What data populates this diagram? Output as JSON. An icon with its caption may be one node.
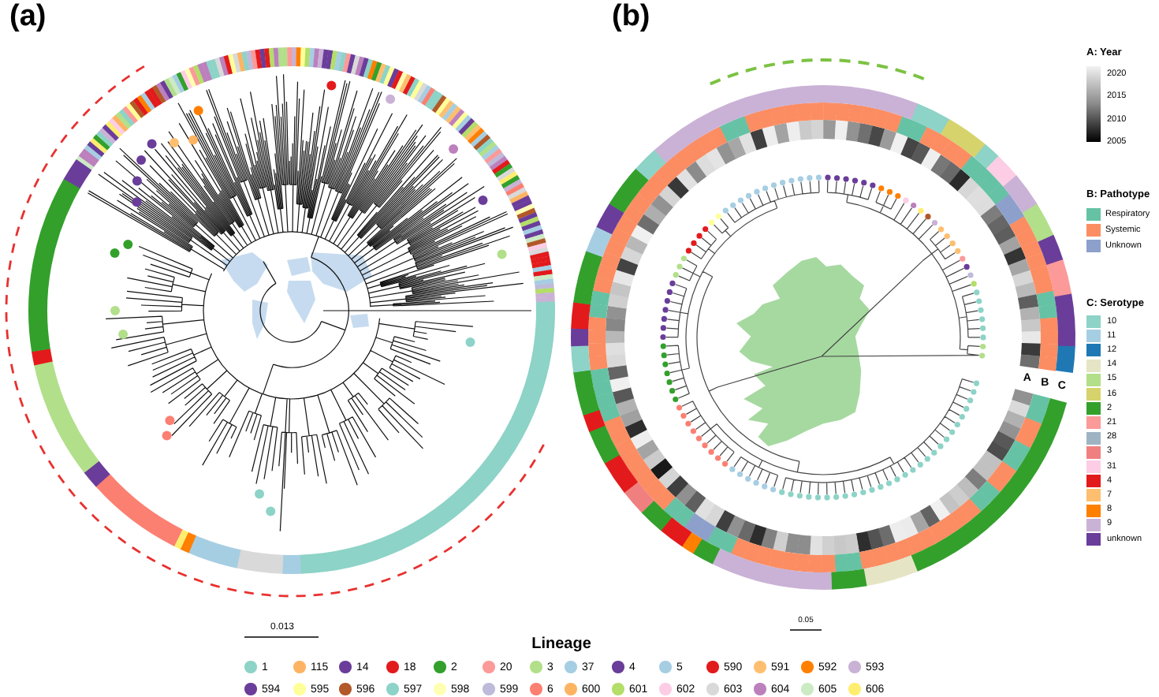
{
  "diagram": {
    "labels": [
      "(a)",
      "(b)",
      "A: Year",
      "2020",
      "2015",
      "2010",
      "2005",
      "B: Pathotype",
      "A",
      "B",
      "C",
      "C: Serotype",
      "0.013",
      "0.05",
      "Lineage"
    ],
    "legend": [
      {
        "text": "1",
        "color": "#8dd3c7"
      },
      {
        "text": "115",
        "color": "#fdb462"
      },
      {
        "text": "14",
        "color": "#6a3d9a"
      },
      {
        "text": "18",
        "color": "#e31a1c"
      },
      {
        "text": "2",
        "color": "#33a02c"
      },
      {
        "text": "20",
        "color": "#fb9a99"
      },
      {
        "text": "3",
        "color": "#b2df8a"
      },
      {
        "text": "37",
        "color": "#a6cee3"
      },
      {
        "text": "4",
        "color": "#6a3d9a"
      },
      {
        "text": "5",
        "color": "#a6cee3"
      },
      {
        "text": "590",
        "color": "#e31a1c"
      },
      {
        "text": "591",
        "color": "#fdbf6f"
      },
      {
        "text": "592",
        "color": "#ff7f00"
      },
      {
        "text": "593",
        "color": "#cab2d6"
      },
      {
        "text": "594",
        "color": "#6a3d9a"
      },
      {
        "text": "595",
        "color": "#ffff99"
      },
      {
        "text": "596",
        "color": "#b15928"
      },
      {
        "text": "597",
        "color": "#8dd3c7"
      },
      {
        "text": "598",
        "color": "#ffffb3"
      },
      {
        "text": "599",
        "color": "#bebada"
      },
      {
        "text": "6",
        "color": "#fb8072"
      },
      {
        "text": "600",
        "color": "#fdb462"
      },
      {
        "text": "601",
        "color": "#b3de69"
      },
      {
        "text": "602",
        "color": "#fccde5"
      },
      {
        "text": "603",
        "color": "#d9d9d9"
      },
      {
        "text": "604",
        "color": "#bc80bd"
      },
      {
        "text": "605",
        "color": "#ccebc5"
      },
      {
        "text": "606",
        "color": "#ffed6f"
      },
      {
        "text": "Respiratory",
        "color": "#66c2a5"
      },
      {
        "text": "Systemic",
        "color": "#fc8d62"
      },
      {
        "text": "Unknown",
        "color": "#8da0cb"
      },
      {
        "text": "10",
        "color": "#8dd3c7"
      },
      {
        "text": "11",
        "color": "#a6cee3"
      },
      {
        "text": "12",
        "color": "#1f78b4"
      },
      {
        "text": "14",
        "color": "#e5e5c6"
      },
      {
        "text": "15",
        "color": "#b2df8a"
      },
      {
        "text": "16",
        "color": "#d6d36c"
      },
      {
        "text": "2",
        "color": "#33a02c"
      },
      {
        "text": "21",
        "color": "#fb9a99"
      },
      {
        "text": "28",
        "color": "#9fb4c2"
      },
      {
        "text": "3",
        "color": "#f08080"
      },
      {
        "text": "31",
        "color": "#fccde5"
      },
      {
        "text": "4",
        "color": "#e31a1c"
      },
      {
        "text": "7",
        "color": "#fdbf6f"
      },
      {
        "text": "8",
        "color": "#ff7f00"
      },
      {
        "text": "9",
        "color": "#cab2d6"
      },
      {
        "text": "unknown",
        "color": "#6a3d9a"
      }
    ]
  }
}
